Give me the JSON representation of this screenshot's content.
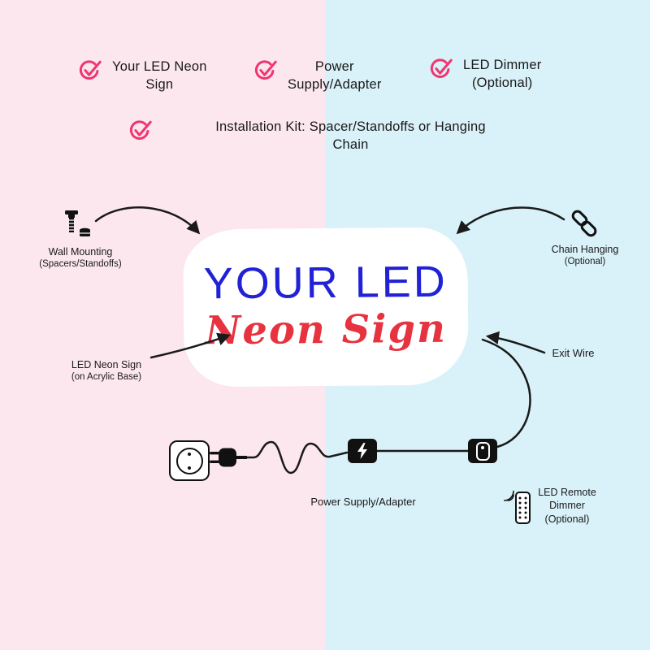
{
  "colors": {
    "bg_left": "#fce7ee",
    "bg_right": "#d9f1f8",
    "check_pink": "#f2346f",
    "sign_line1_blue": "#2121d6",
    "sign_line2_red": "#e73340",
    "ink": "#1a1a1a"
  },
  "checklist": {
    "items": [
      {
        "label": "Your LED Neon\nSign"
      },
      {
        "label": "Power\nSupply/Adapter"
      },
      {
        "label": "LED Dimmer\n(Optional)"
      },
      {
        "label": "Installation Kit: Spacer/Standoffs or Hanging\nChain"
      }
    ]
  },
  "sign": {
    "line1": "YOUR LED",
    "line2": "Neon Sign"
  },
  "annotations": {
    "wall_mounting": {
      "label": "Wall Mounting",
      "sublabel": "(Spacers/Standoffs)"
    },
    "led_neon_sign": {
      "label": "LED Neon Sign",
      "sublabel": "(on Acrylic Base)"
    },
    "chain_hanging": {
      "label": "Chain Hanging",
      "sublabel": "(Optional)"
    },
    "exit_wire": {
      "label": "Exit Wire"
    },
    "power_supply": {
      "label": "Power Supply/Adapter"
    },
    "remote_dimmer": {
      "label": "LED Remote\nDimmer\n(Optional)"
    }
  }
}
